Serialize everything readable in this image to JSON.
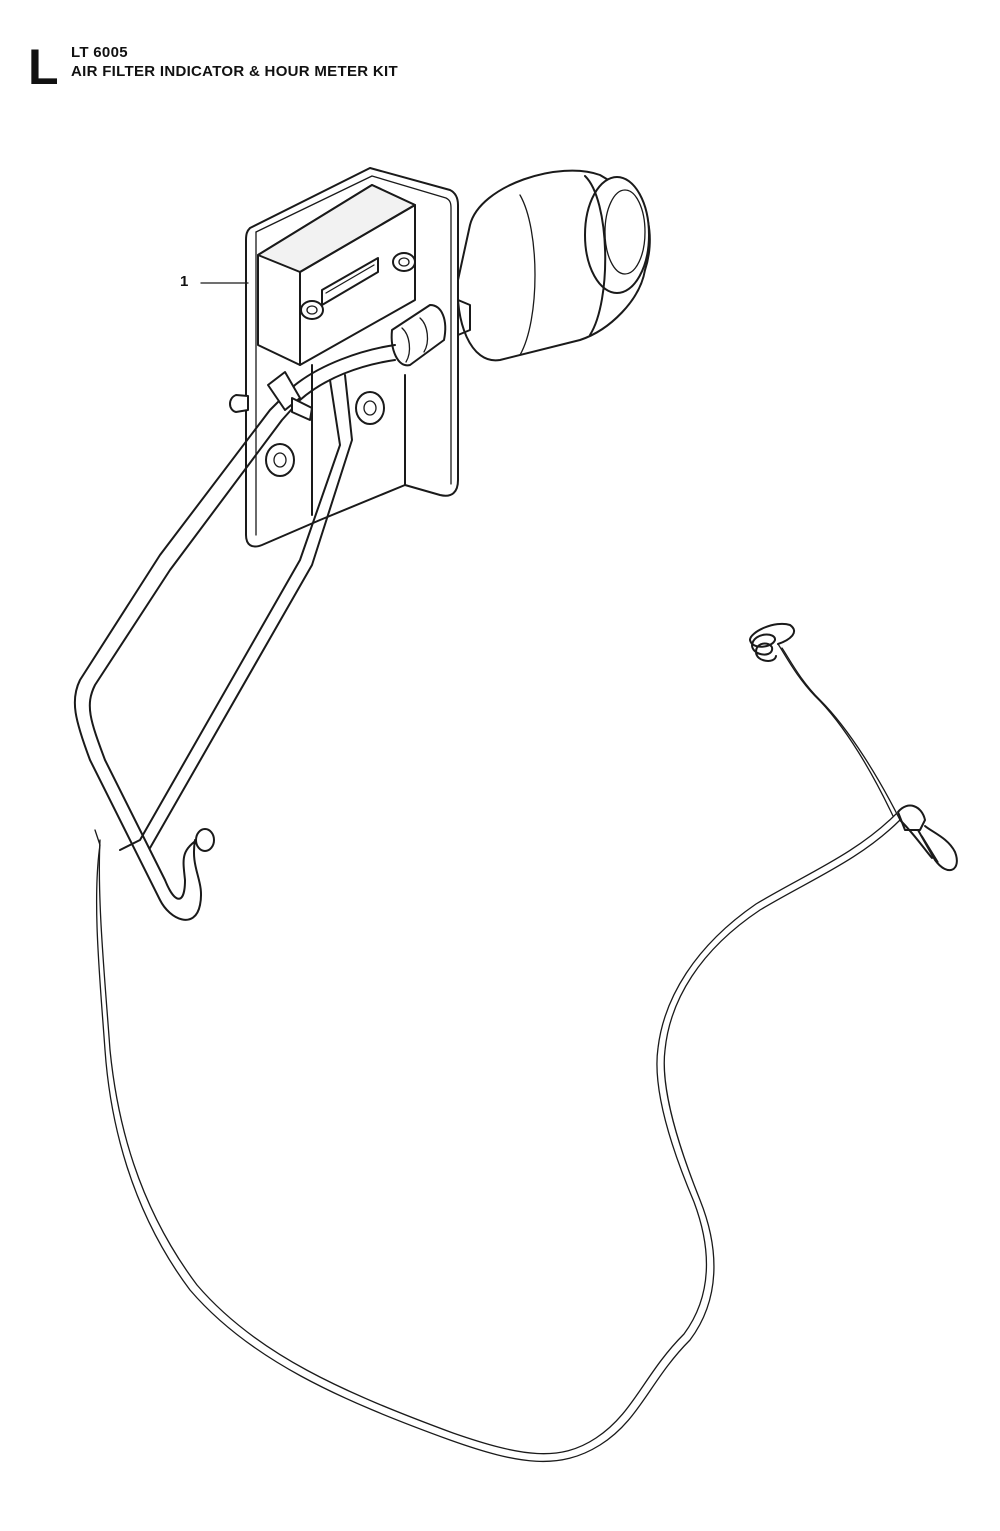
{
  "header": {
    "section_letter": "L",
    "model": "LT 6005",
    "title": "AIR FILTER INDICATOR & HOUR METER KIT"
  },
  "callouts": [
    {
      "number": "1"
    }
  ]
}
